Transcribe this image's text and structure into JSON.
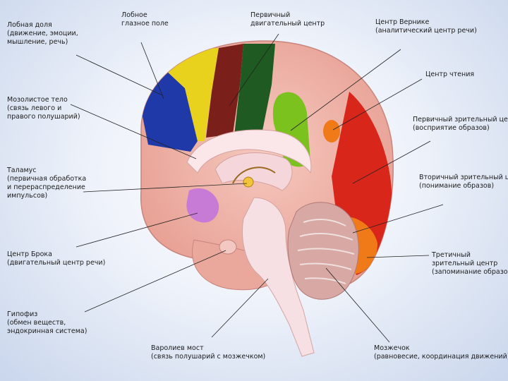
{
  "labels": {
    "frontal_lobe": {
      "line1": "Лобная доля",
      "line2": "(движение, эмоции,",
      "line3": "мышление, речь)"
    },
    "frontal_eye_field": {
      "line1": "Лобное",
      "line2": "глазное поле"
    },
    "primary_motor": {
      "line1": "Первичный",
      "line2": "двигательный центр"
    },
    "wernicke": {
      "line1": "Центр Верникe",
      "line2": "(аналитический центр речи)"
    },
    "reading": {
      "line1": "Центр чтения"
    },
    "corpus_callosum": {
      "line1": "Мозолистое тело",
      "line2": "(связь левого и",
      "line3": "правого полушарий)"
    },
    "primary_visual": {
      "line1": "Первичный зрительный центр",
      "line2": "(восприятие образов)"
    },
    "thalamus": {
      "line1": "Таламус",
      "line2": "(первичная обработка",
      "line3": "и перераспределение",
      "line4": "импульсов)"
    },
    "secondary_visual": {
      "line1": "Вторичный зрительный центр",
      "line2": "(понимание образов)"
    },
    "broca": {
      "line1": "Центр Брока",
      "line2": "(двигательный центр речи)"
    },
    "tertiary_visual": {
      "line1": "Третичный",
      "line2": "зрительный центр",
      "line3": "(запоминание образов)"
    },
    "pituitary": {
      "line1": "Гипофиз",
      "line2": "(обмен веществ,",
      "line3": "эндокринная система)"
    },
    "pons": {
      "line1": "Варолиев мост",
      "line2": "(связь полушарий с мозжечком)"
    },
    "cerebellum": {
      "line1": "Мозжечок",
      "line2": "(равновесие, координация движений)"
    }
  },
  "colors": {
    "brain": "#f2b8ad",
    "blue_region": "#1f3aa8",
    "yellow_region": "#e8d21e",
    "maroon_region": "#7a1f1a",
    "dark_green_region": "#1f5a22",
    "light_green_region": "#7cc21e",
    "orange_region": "#f07a18",
    "red_region": "#d8261a",
    "purple_region": "#c77ad6",
    "cerebellum": "#d8a8a4",
    "brainstem": "#f7e0e3"
  }
}
